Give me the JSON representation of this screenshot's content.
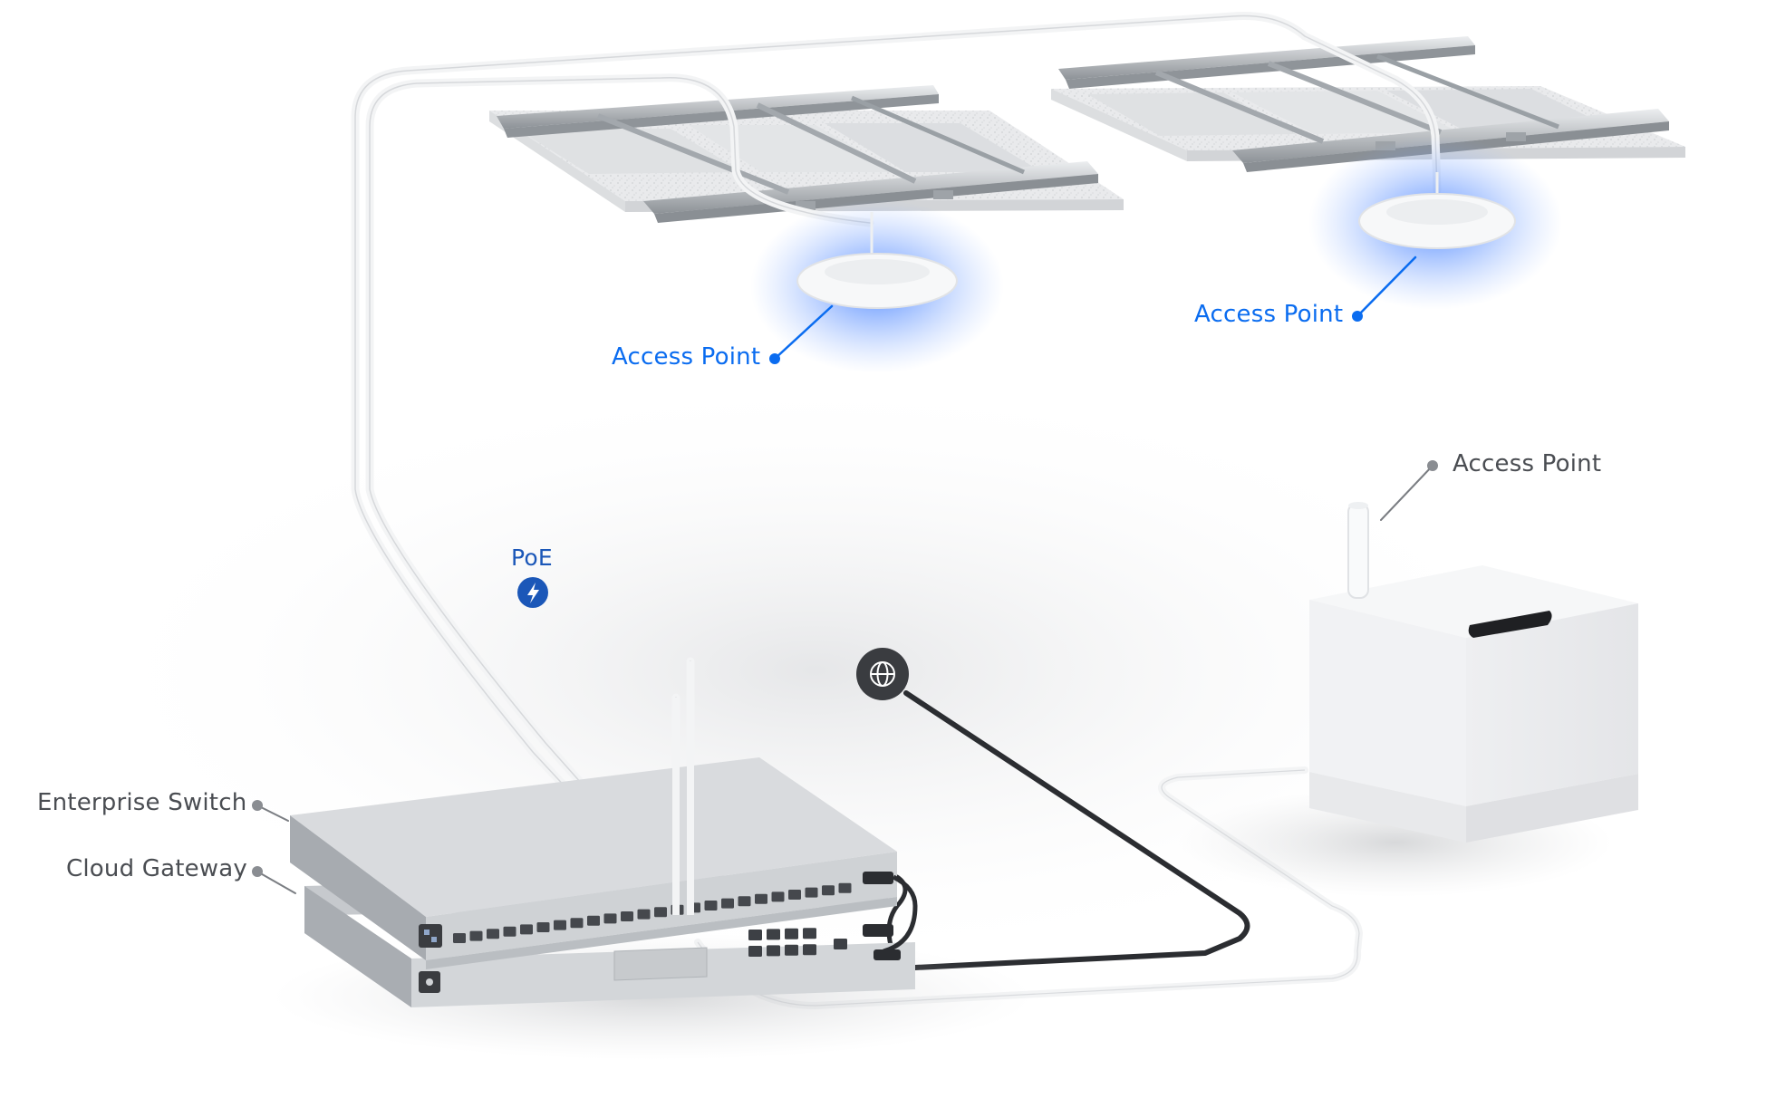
{
  "labels": {
    "ap_ceiling_left": "Access Point",
    "ap_ceiling_right": "Access Point",
    "ap_outdoor": "Access Point",
    "enterprise_switch": "Enterprise Switch",
    "cloud_gateway": "Cloud Gateway",
    "poe": "PoE"
  },
  "icons": {
    "poe_badge": "lightning-bolt-icon",
    "internet_badge": "globe-icon"
  },
  "colors": {
    "accent_blue": "#0a6cf0",
    "poe_badge_blue": "#1b57b8",
    "label_gray": "#4a4d52",
    "internet_cable": "#2b2d31",
    "ap_glow": "#3f7dff"
  }
}
